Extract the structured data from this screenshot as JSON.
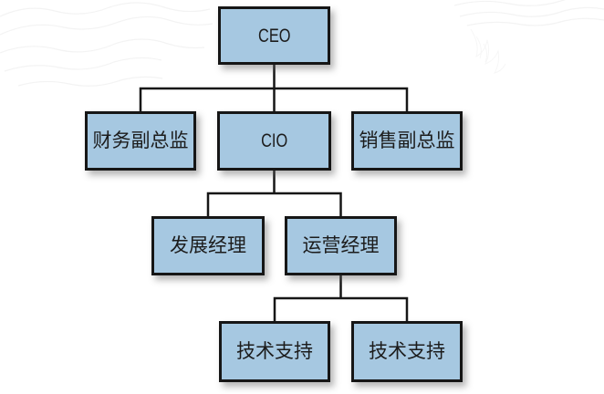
{
  "diagram": {
    "type": "org-chart",
    "nodes": [
      {
        "id": "ceo",
        "label": "CEO"
      },
      {
        "id": "finance-deputy-director",
        "label": "财务副总监"
      },
      {
        "id": "cio",
        "label": "CIO"
      },
      {
        "id": "sales-deputy-director",
        "label": "销售副总监"
      },
      {
        "id": "development-manager",
        "label": "发展经理"
      },
      {
        "id": "operations-manager",
        "label": "运营经理"
      },
      {
        "id": "tech-support-1",
        "label": "技术支持"
      },
      {
        "id": "tech-support-2",
        "label": "技术支持"
      }
    ],
    "edges": [
      {
        "from": "ceo",
        "to": "finance-deputy-director"
      },
      {
        "from": "ceo",
        "to": "cio"
      },
      {
        "from": "ceo",
        "to": "sales-deputy-director"
      },
      {
        "from": "cio",
        "to": "development-manager"
      },
      {
        "from": "cio",
        "to": "operations-manager"
      },
      {
        "from": "operations-manager",
        "to": "tech-support-1"
      },
      {
        "from": "operations-manager",
        "to": "tech-support-2"
      }
    ],
    "colors": {
      "node_fill": "#a6c8e1",
      "node_border": "#161616",
      "line": "#161616",
      "background": "#ffffff"
    }
  }
}
